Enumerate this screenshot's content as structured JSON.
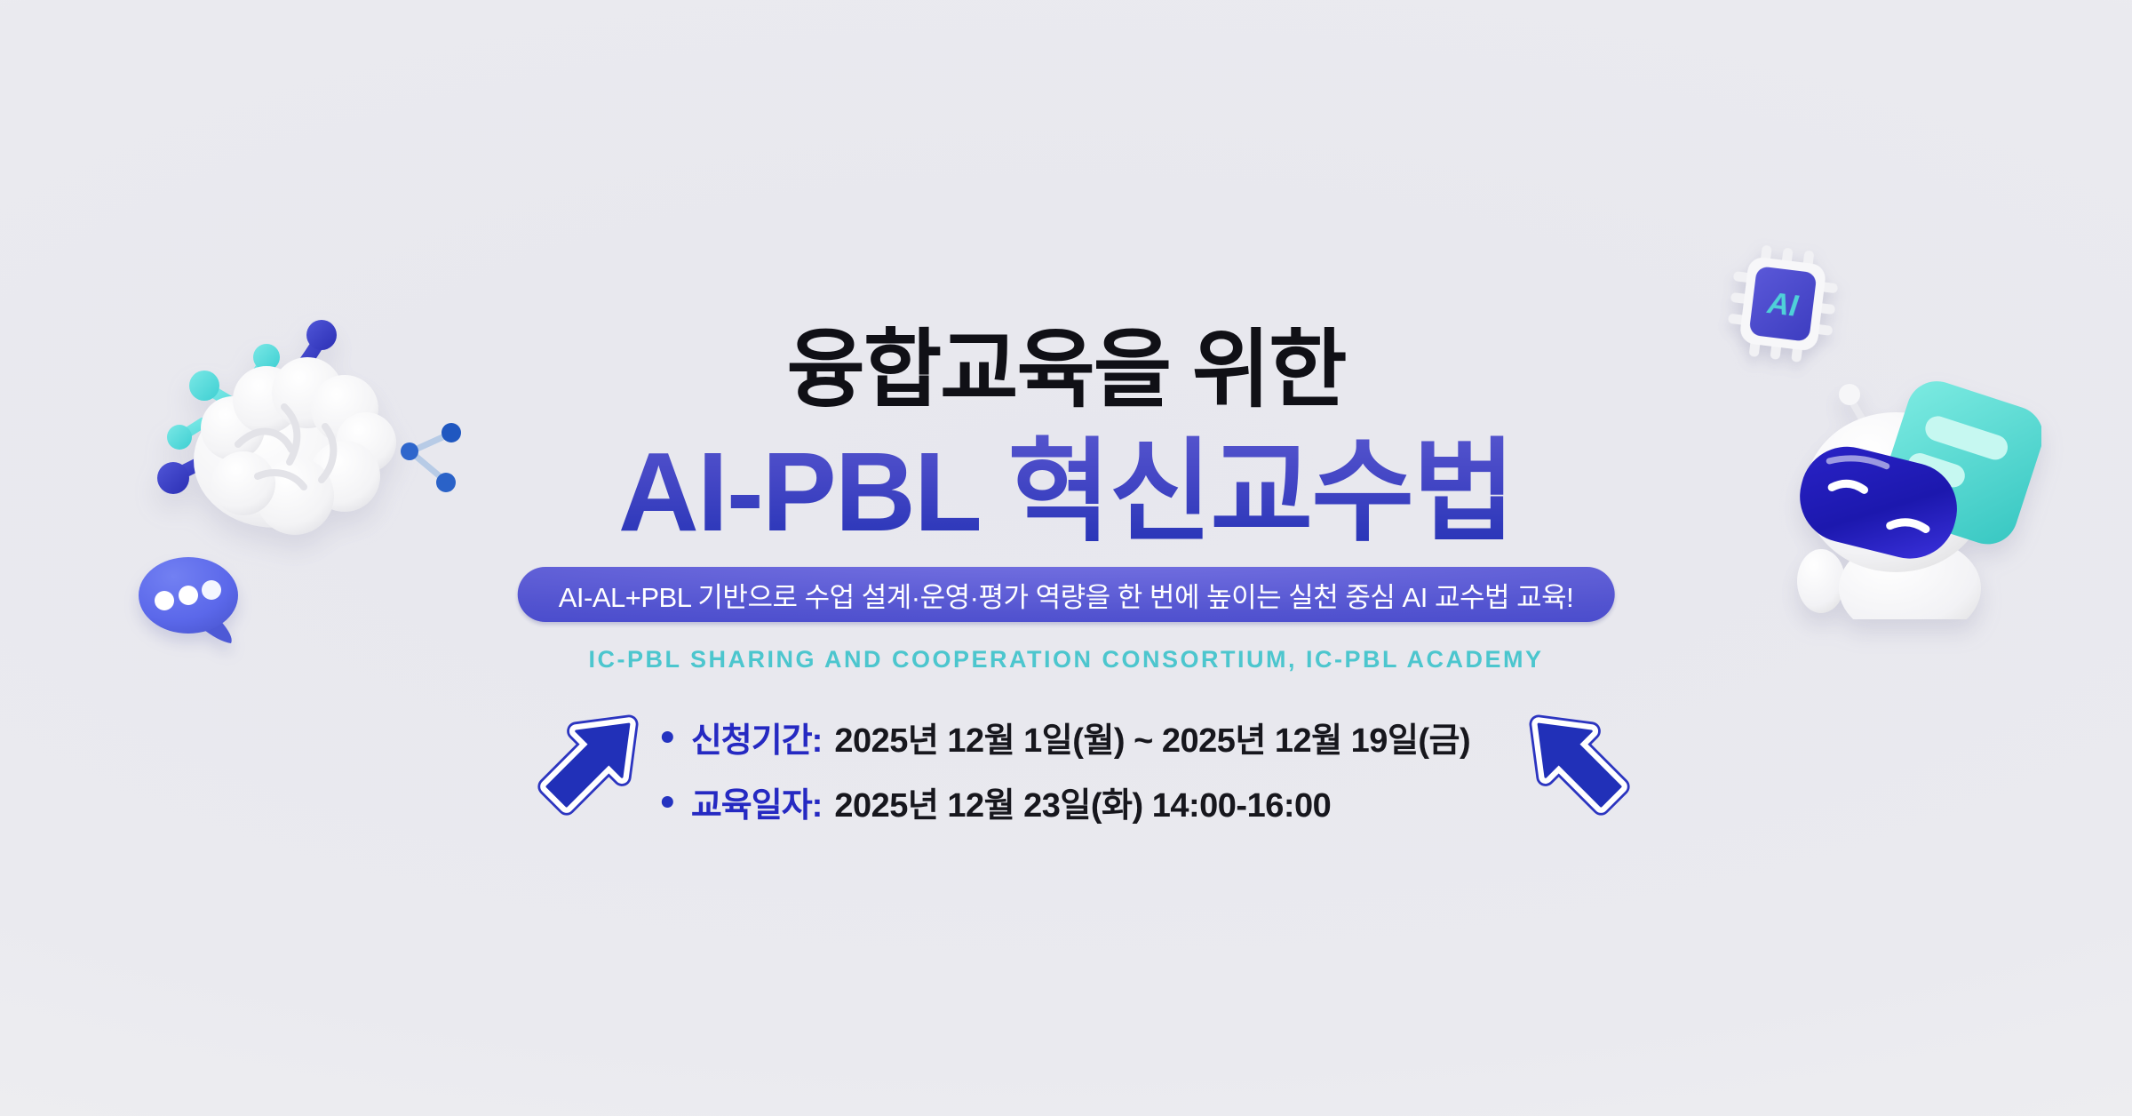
{
  "banner": {
    "title": {
      "line1": "융합교육을 위한",
      "line2": "AI-PBL 혁신교수법"
    },
    "tagline": "AI-AL+PBL 기반으로 수업 설계·운영·평가 역량을 한 번에 높이는 실천 중심 AI 교수법 교육!",
    "organizer": "IC-PBL SHARING AND COOPERATION CONSORTIUM, IC-PBL ACADEMY",
    "schedule": {
      "items": [
        {
          "label": "신청기간:",
          "value": "2025년 12월 1일(월) ~ 2025년 12월 19일(금)"
        },
        {
          "label": "교육일자:",
          "value": "2025년 12월 23일(화) 14:00-16:00"
        }
      ]
    },
    "decorations": {
      "chip_label": "AI",
      "icon_names": [
        "brain-network-3d-icon",
        "molecule-3d-icon",
        "chat-bubble-3d-icon",
        "arrow-up-right-3d-icon",
        "arrow-up-left-3d-icon",
        "ai-chip-3d-icon",
        "robot-3d-icon",
        "speech-bubble-3d-icon"
      ]
    },
    "colors": {
      "background": "#eaeaef",
      "title_text": "#101016",
      "title_gradient_top": "#5f5ed2",
      "title_gradient_bottom": "#2130b4",
      "pill_gradient_top": "#7a76e4",
      "pill_gradient_bottom": "#3a3ec6",
      "pill_text": "#ffffff",
      "organizer_teal": "#4cc6ce",
      "schedule_label_blue": "#2529c2",
      "schedule_value_text": "#17171d",
      "arrow_blue": "#2130b8",
      "chat_bubble_indigo": "#5b68ea",
      "mint": "#4fd9d4"
    }
  }
}
